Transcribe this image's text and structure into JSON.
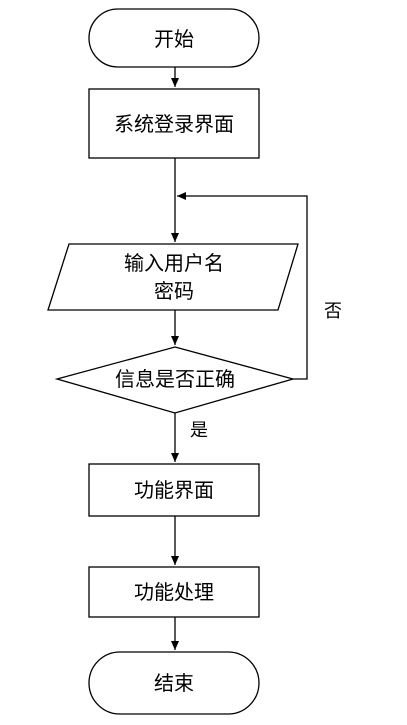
{
  "flowchart": {
    "nodes": {
      "start": {
        "shape": "terminator",
        "lines": [
          "开始"
        ]
      },
      "login": {
        "shape": "process",
        "lines": [
          "系统登录界面"
        ]
      },
      "input": {
        "shape": "io",
        "lines": [
          "输入用户名",
          "密码"
        ]
      },
      "check": {
        "shape": "decision",
        "lines": [
          "信息是否正确"
        ]
      },
      "func_ui": {
        "shape": "process",
        "lines": [
          "功能界面"
        ]
      },
      "func_proc": {
        "shape": "process",
        "lines": [
          "功能处理"
        ]
      },
      "end": {
        "shape": "terminator",
        "lines": [
          "结束"
        ]
      }
    },
    "edges": {
      "yes_label": "是",
      "no_label": "否"
    }
  }
}
